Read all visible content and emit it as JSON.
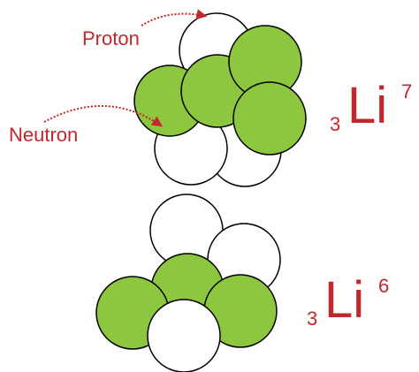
{
  "labels": {
    "proton": "Proton",
    "neutron": "Neutron"
  },
  "isotopes": [
    {
      "atomic_number": "3",
      "symbol": "Li",
      "mass_number": "7"
    },
    {
      "atomic_number": "3",
      "symbol": "Li",
      "mass_number": "6"
    }
  ],
  "colors": {
    "proton_fill": "#8DC63F",
    "neutron_fill": "#FFFFFF",
    "outline": "#000000",
    "label_text": "#C1272D"
  }
}
